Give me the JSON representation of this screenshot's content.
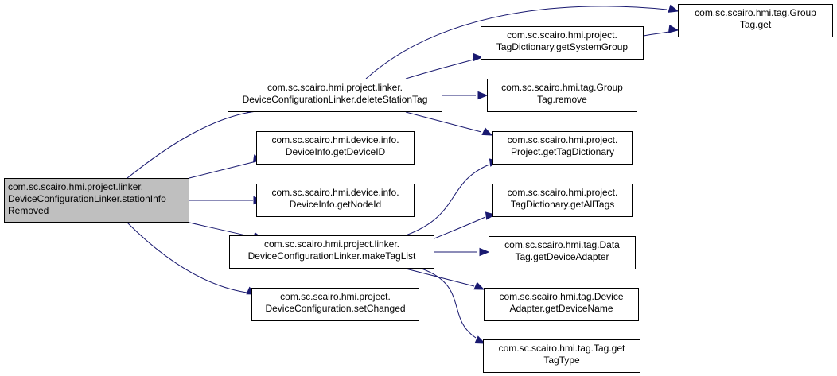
{
  "nodes": {
    "root": [
      "com.sc.scairo.hmi.project.linker.",
      "DeviceConfigurationLinker.stationInfo",
      "Removed"
    ],
    "deleteStationTag": [
      "com.sc.scairo.hmi.project.linker.",
      "DeviceConfigurationLinker.deleteStationTag"
    ],
    "getDeviceID": [
      "com.sc.scairo.hmi.device.info.",
      "DeviceInfo.getDeviceID"
    ],
    "getNodeId": [
      "com.sc.scairo.hmi.device.info.",
      "DeviceInfo.getNodeId"
    ],
    "makeTagList": [
      "com.sc.scairo.hmi.project.linker.",
      "DeviceConfigurationLinker.makeTagList"
    ],
    "setChanged": [
      "com.sc.scairo.hmi.project.",
      "DeviceConfiguration.setChanged"
    ],
    "groupTagGet": [
      "com.sc.scairo.hmi.tag.Group",
      "Tag.get"
    ],
    "getSystemGroup": [
      "com.sc.scairo.hmi.project.",
      "TagDictionary.getSystemGroup"
    ],
    "groupTagRemove": [
      "com.sc.scairo.hmi.tag.Group",
      "Tag.remove"
    ],
    "getTagDictionary": [
      "com.sc.scairo.hmi.project.",
      "Project.getTagDictionary"
    ],
    "getAllTags": [
      "com.sc.scairo.hmi.project.",
      "TagDictionary.getAllTags"
    ],
    "getDeviceAdapter": [
      "com.sc.scairo.hmi.tag.Data",
      "Tag.getDeviceAdapter"
    ],
    "getDeviceName": [
      "com.sc.scairo.hmi.tag.Device",
      "Adapter.getDeviceName"
    ],
    "getTagType": [
      "com.sc.scairo.hmi.tag.Tag.get",
      "TagType"
    ]
  },
  "edges": [
    [
      "root",
      "deleteStationTag"
    ],
    [
      "root",
      "getDeviceID"
    ],
    [
      "root",
      "getNodeId"
    ],
    [
      "root",
      "makeTagList"
    ],
    [
      "root",
      "setChanged"
    ],
    [
      "deleteStationTag",
      "groupTagGet"
    ],
    [
      "deleteStationTag",
      "getSystemGroup"
    ],
    [
      "deleteStationTag",
      "groupTagRemove"
    ],
    [
      "deleteStationTag",
      "getTagDictionary"
    ],
    [
      "getSystemGroup",
      "groupTagGet"
    ],
    [
      "makeTagList",
      "getTagDictionary"
    ],
    [
      "makeTagList",
      "getAllTags"
    ],
    [
      "makeTagList",
      "getDeviceAdapter"
    ],
    [
      "makeTagList",
      "getDeviceName"
    ],
    [
      "makeTagList",
      "getTagType"
    ]
  ],
  "colors": {
    "edge": "#191970",
    "root_fill": "#bfbfbf",
    "node_fill": "#ffffff",
    "border": "#000000"
  }
}
